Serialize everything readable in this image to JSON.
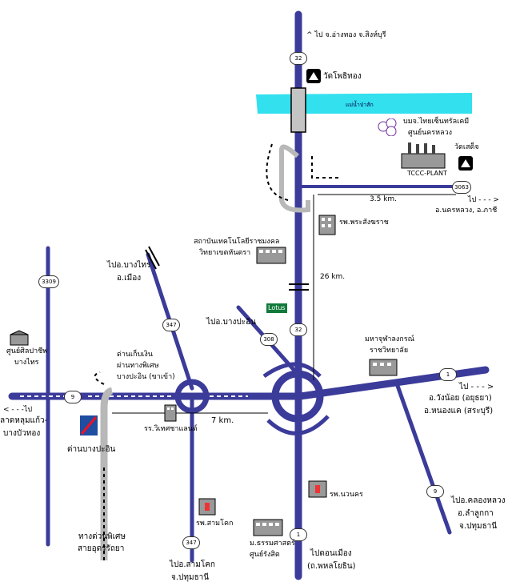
{
  "colors": {
    "road": "#3b3b9a",
    "river": "#33e0ee",
    "gray_route": "#b8b8b8",
    "arrow": "#ffffff"
  },
  "labels": {
    "north_dest": "^ ไป จ.อ่างทอง จ.สิงห์บุรี",
    "wat_pho_thong": "วัดโพธิทอง",
    "river": "แม่น้ำป่าสัก",
    "tccc_company": "บมจ.ไทยเซ็นทรัลเคมี",
    "tccc_center": "ศูนย์นครหลวง",
    "wat_sadet": "วัดเสด็จ",
    "tccc_plant": "TCCC-PLANT",
    "dist_35": "3.5 km.",
    "east_upper_dest": "ไป - - - >",
    "east_upper_dest2": "อ.นครหลวง, อ.ภาชี",
    "hospital_phra": "รพ.พระสังฆราช",
    "institute_1": "สถาบันเทคโนโลยีราชมงคล",
    "institute_2": "วิทยาเขตหันตรา",
    "dist_26": "26 km.",
    "bang_sai": "ไปอ.บางไทร",
    "mueang": "อ.เมือง",
    "bang_pa_in": "ไปอ.บางปะอิน",
    "lotus": "Lotus",
    "art_center_1": "ศูนย์ศิลปาชีพ",
    "art_center_2": "บางไทร",
    "toll_1": "ด่านเก็บเงิน",
    "toll_2": "ผ่านทางพิเศษ",
    "toll_3": "บางปะอิน (ขาเข้า)",
    "university_1": "มหาจุฬาลงกรณ์",
    "university_2": "ราชวิทยาลัย",
    "west_dest": "< - - -ไป",
    "west_dest2": "ลาดหลุมแก้ว-",
    "west_dest3": "บางบัวทอง",
    "dist_7": "7 km.",
    "school": "รร.วิเทศชาแลนด์",
    "toll_station": "ด่านบางปะอิน",
    "east_dest1": "ไป - - - >",
    "east_dest2": "อ.วังน้อย (อยุธยา)",
    "east_dest3": "อ.หนองแค (สระบุรี)",
    "expressway_1": "ทางด่วนพิเศษ",
    "expressway_2": "สายอุดรรัถยา",
    "hospital_sam_khok": "รพ.สามโคก",
    "university_thammasat_1": "ม.ธรรมศาสตร์",
    "university_thammasat_2": "ศูนย์รังสิต",
    "hospital_nawanakorn": "รพ.นวนคร",
    "to_klong_luang_1": "ไปอ.คลองหลวง",
    "to_klong_luang_2": "อ.ลำลูกกา",
    "to_klong_luang_3": "จ.ปทุมธานี",
    "to_sam_khok_1": "ไปอ.สามโคก",
    "to_sam_khok_2": "จ.ปทุมธานี",
    "to_don_mueang_1": "ไปดอนเมือง",
    "to_don_mueang_2": "(ถ.พหลโยธิน)"
  },
  "shields": {
    "r32_top": "32",
    "r32_mid": "32",
    "r3309": "3309",
    "r3063": "3063",
    "r347_top": "347",
    "r347_bottom": "347",
    "r308": "308",
    "r9": "9",
    "r1_east": "1",
    "r1_south": "1",
    "r9_se": "9"
  }
}
